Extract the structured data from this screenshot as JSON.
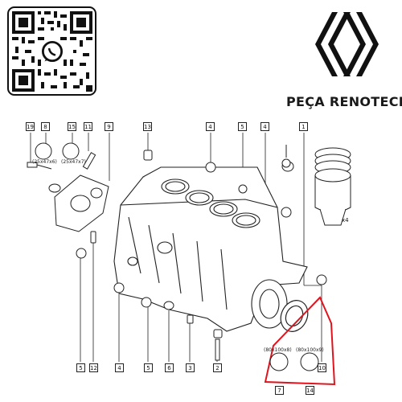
{
  "brand": {
    "name": "PEÇA RENOTECH",
    "logo_icon": "renault-diamond-logo",
    "qr_icon": "whatsapp-qr-code",
    "qr_center_icon": "whatsapp-icon"
  },
  "diagram": {
    "top_callouts": [
      "19",
      "8",
      "15",
      "11",
      "9",
      "13",
      "4",
      "5",
      "4",
      "1"
    ],
    "bottom_callouts": [
      "5",
      "12",
      "4",
      "5",
      "6",
      "3",
      "2",
      "7",
      "14",
      "10"
    ],
    "seal_dimensions": [
      "(25x47x6)",
      "(25x47x7)",
      "(80x100x8)",
      "(80x100x9)"
    ],
    "piston_multiplier": "x4",
    "highlight_color": "#e0141e"
  }
}
